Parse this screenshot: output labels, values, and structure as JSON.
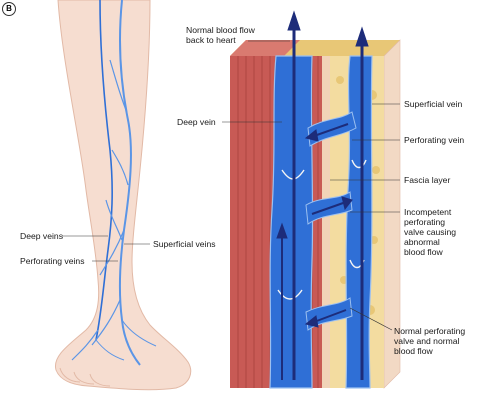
{
  "panel_letter": "B",
  "labels": {
    "normal_blood_flow": "Normal blood flow\nback to heart",
    "deep_vein": "Deep vein",
    "superficial_vein": "Superficial vein",
    "perforating_vein": "Perforating vein",
    "fascia_layer": "Fascia layer",
    "incompetent_valve": "Incompetent perforating\nvalve causing abnormal\nblood flow",
    "normal_valve": "Normal perforating\nvalve and normal\nblood flow",
    "deep_veins": "Deep veins",
    "superficial_veins": "Superficial veins",
    "perforating_veins": "Perforating veins"
  },
  "colors": {
    "skin": "#f6ddd0",
    "skin_outline": "#e2b9a6",
    "vein_blue": "#2f6fd6",
    "vein_light": "#5b95e6",
    "arrow_navy": "#1d2c7a",
    "muscle": "#c85a55",
    "muscle_dark": "#a8413d",
    "fat": "#f3dca0",
    "fat_dark": "#e8c776",
    "fascia": "#f1d3b8"
  }
}
